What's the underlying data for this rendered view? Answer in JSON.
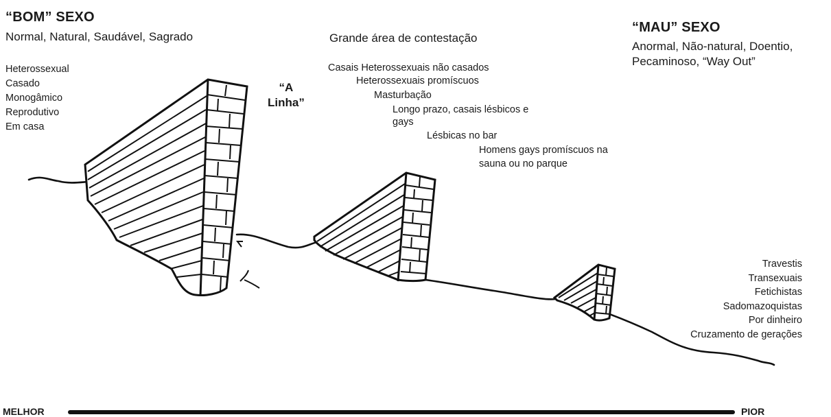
{
  "left": {
    "title": "“BOM” SEXO",
    "subtitle": "Normal, Natural, Saudável, Sagrado",
    "items": [
      "Heterossexual",
      "Casado",
      "Monogâmico",
      "Reprodutivo",
      "Em casa"
    ]
  },
  "line_label": [
    "“A",
    "Linha”"
  ],
  "middle": {
    "title": "Grande área de contestação",
    "items": [
      "Casais Heterossexuais não casados",
      "Heterossexuais promíscuos",
      "Masturbação",
      "Longo prazo, casais lésbicos e",
      "gays",
      "Lésbicas no bar",
      "Homens gays promíscuos na",
      "sauna ou no parque"
    ]
  },
  "right": {
    "title": "“MAU” SEXO",
    "subtitle_lines": [
      "Anormal, Não-natural, Doentio,",
      "Pecaminoso, “Way Out”"
    ],
    "items": [
      "Travestis",
      "Transexuais",
      "Fetichistas",
      "Sadomazoquistas",
      "Por dinheiro",
      "Cruzamento de gerações"
    ]
  },
  "scale": {
    "left_label": "MELHOR",
    "right_label": "PIOR"
  }
}
